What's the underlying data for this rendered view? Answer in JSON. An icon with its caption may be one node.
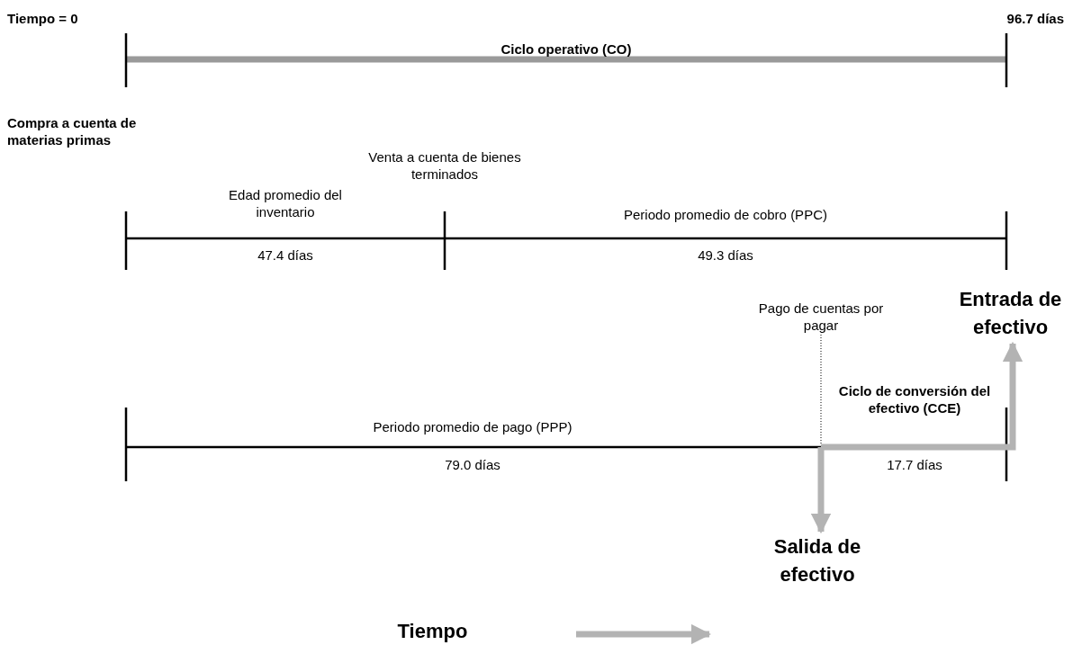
{
  "diagram": {
    "nodes": [
      {
        "text": [
          "Salida de efectivo"
        ]
      },
      {
        "text": [
          "Entrada de efectivo"
        ]
      }
    ],
    "edges": [
      {
        "from": null,
        "to": 0,
        "arrow": "to"
      },
      {
        "from": null,
        "to": 1,
        "arrow": "to"
      }
    ],
    "labels": [
      "Tiempo = 0",
      "96.7 días",
      "Ciclo operativo (CO)",
      "Compra a cuenta de materias primas",
      "Venta a cuenta de bienes terminados",
      "Edad promedio del inventario",
      "Periodo promedio de cobro (PPC)",
      "47.4 días",
      "49.3 días",
      "Pago de cuentas por pagar",
      "Ciclo de conversión del efectivo (CCE)",
      "Periodo promedio de pago (PPP)",
      "79.0 días",
      "17.7 días",
      "Tiempo"
    ]
  }
}
